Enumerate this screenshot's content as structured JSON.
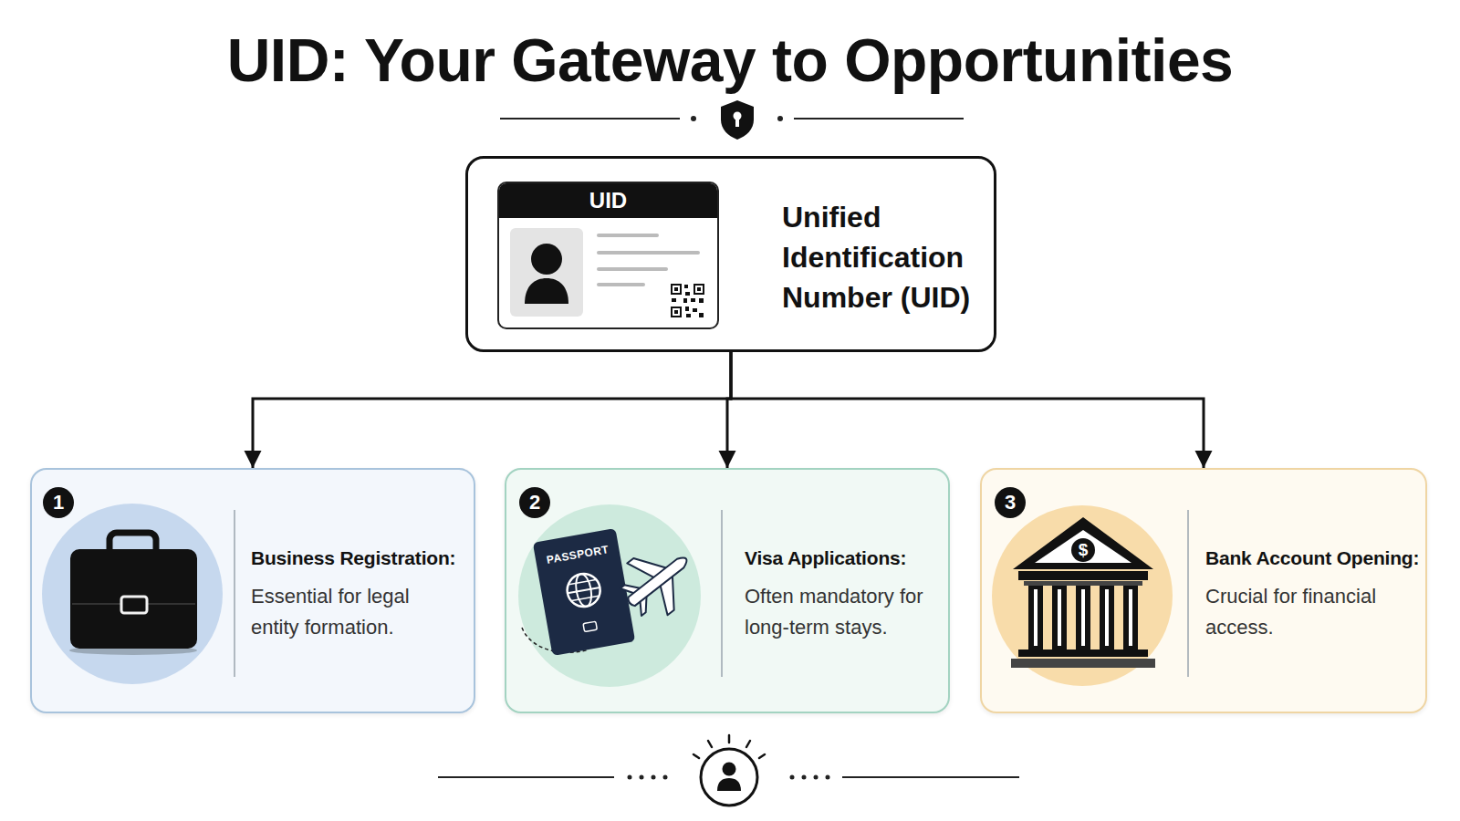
{
  "diagram": {
    "title": "UID: Your Gateway to Opportunities",
    "nodes": [
      {
        "text": [
          "Unified Identification Number (UID)"
        ]
      },
      {
        "text": [
          "UID"
        ],
        "in": 0
      },
      {
        "text": [
          "1",
          "Business Registration:",
          "Essential for legal entity formation."
        ]
      },
      {
        "text": [
          "2",
          "Visa Applications:",
          "Often mandatory for long-term stays."
        ]
      },
      {
        "text": [
          "3",
          "Bank Account Opening:",
          "Crucial for financial access."
        ]
      }
    ],
    "edges": [
      {
        "from": 0,
        "to": 2,
        "arrow": "to"
      },
      {
        "from": 0,
        "to": 3,
        "arrow": "to"
      },
      {
        "from": 0,
        "to": 4,
        "arrow": "to"
      }
    ],
    "labels": [
      "PASSPORT",
      "$"
    ]
  }
}
